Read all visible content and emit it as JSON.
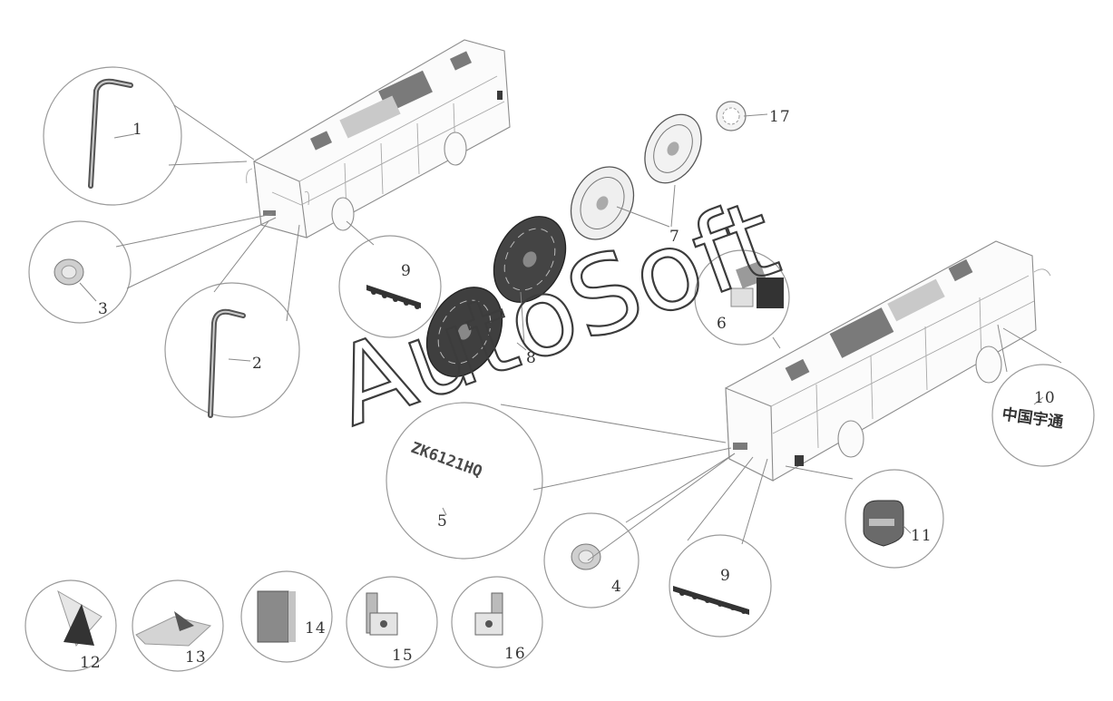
{
  "callouts": [
    {
      "id": "1",
      "label": "1"
    },
    {
      "id": "2",
      "label": "2"
    },
    {
      "id": "3",
      "label": "3"
    },
    {
      "id": "4",
      "label": "4"
    },
    {
      "id": "5",
      "label": "5"
    },
    {
      "id": "6",
      "label": "6"
    },
    {
      "id": "7",
      "label": "7"
    },
    {
      "id": "8",
      "label": "8"
    },
    {
      "id": "9a",
      "label": "9"
    },
    {
      "id": "9b",
      "label": "9"
    },
    {
      "id": "10",
      "label": "10"
    },
    {
      "id": "11",
      "label": "11"
    },
    {
      "id": "12",
      "label": "12"
    },
    {
      "id": "13",
      "label": "13"
    },
    {
      "id": "14",
      "label": "14"
    },
    {
      "id": "15",
      "label": "15"
    },
    {
      "id": "16",
      "label": "16"
    },
    {
      "id": "17",
      "label": "17"
    }
  ],
  "model_plate_text": "ZK6121HQ",
  "emblem_text": "中国宇通",
  "watermark": "AutoSoft"
}
